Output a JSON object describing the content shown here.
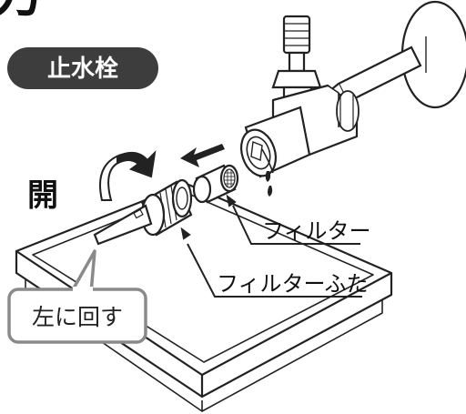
{
  "title_fragment": "方",
  "valve_badge": "止水栓",
  "open_label": "開",
  "filter_label": "フィルター",
  "filter_cap_label": "フィルターふた",
  "callout_label": "左に回す",
  "colors": {
    "ink": "#222222",
    "badge_fill": "#3d3d3d",
    "badge_text": "#ffffff",
    "callout_border": "#8a8a8a",
    "callout_fill": "#ffffff",
    "water": "#222222"
  }
}
